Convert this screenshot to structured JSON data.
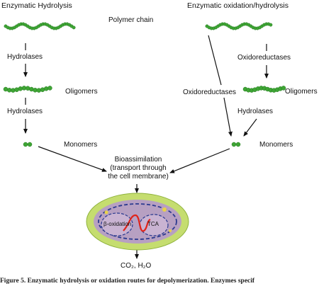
{
  "titles": {
    "left": "Enzymatic Hydrolysis",
    "right": "Enzymatic oxidation/hydrolysis"
  },
  "labels": {
    "polymer_chain": "Polymer chain",
    "hydrolases_1": "Hydrolases",
    "oligomers_left": "Oligomers",
    "hydrolases_2": "Hydrolases",
    "monomers_left": "Monomers",
    "oxidoreductases_right": "Oxidoreductases",
    "oxidoreductases_diag": "Oxidoreductases",
    "oligomers_right": "Oligomers",
    "hydrolases_right": "Hydrolases",
    "monomers_right": "Monomers",
    "bioassimilation_1": "Bioassimilation",
    "bioassimilation_2": "(transport through",
    "bioassimilation_3": "the cell membrane)",
    "beta_oxidation": "β-oxidation",
    "tca": "TCA",
    "products": "CO₂, H₂O"
  },
  "caption": "Figure 5. Enzymatic hydrolysis or oxidation routes for depolymerization. Enzymes specif",
  "colors": {
    "bead": "#3fa535",
    "bead_dark": "#237a1f",
    "cell_outer": "#c5dd6f",
    "cell_inner": "#b7a0c2",
    "cell_membrane_dash": "#2b3a8f",
    "pathway_red": "#e0241b",
    "arrow": "#111111"
  }
}
